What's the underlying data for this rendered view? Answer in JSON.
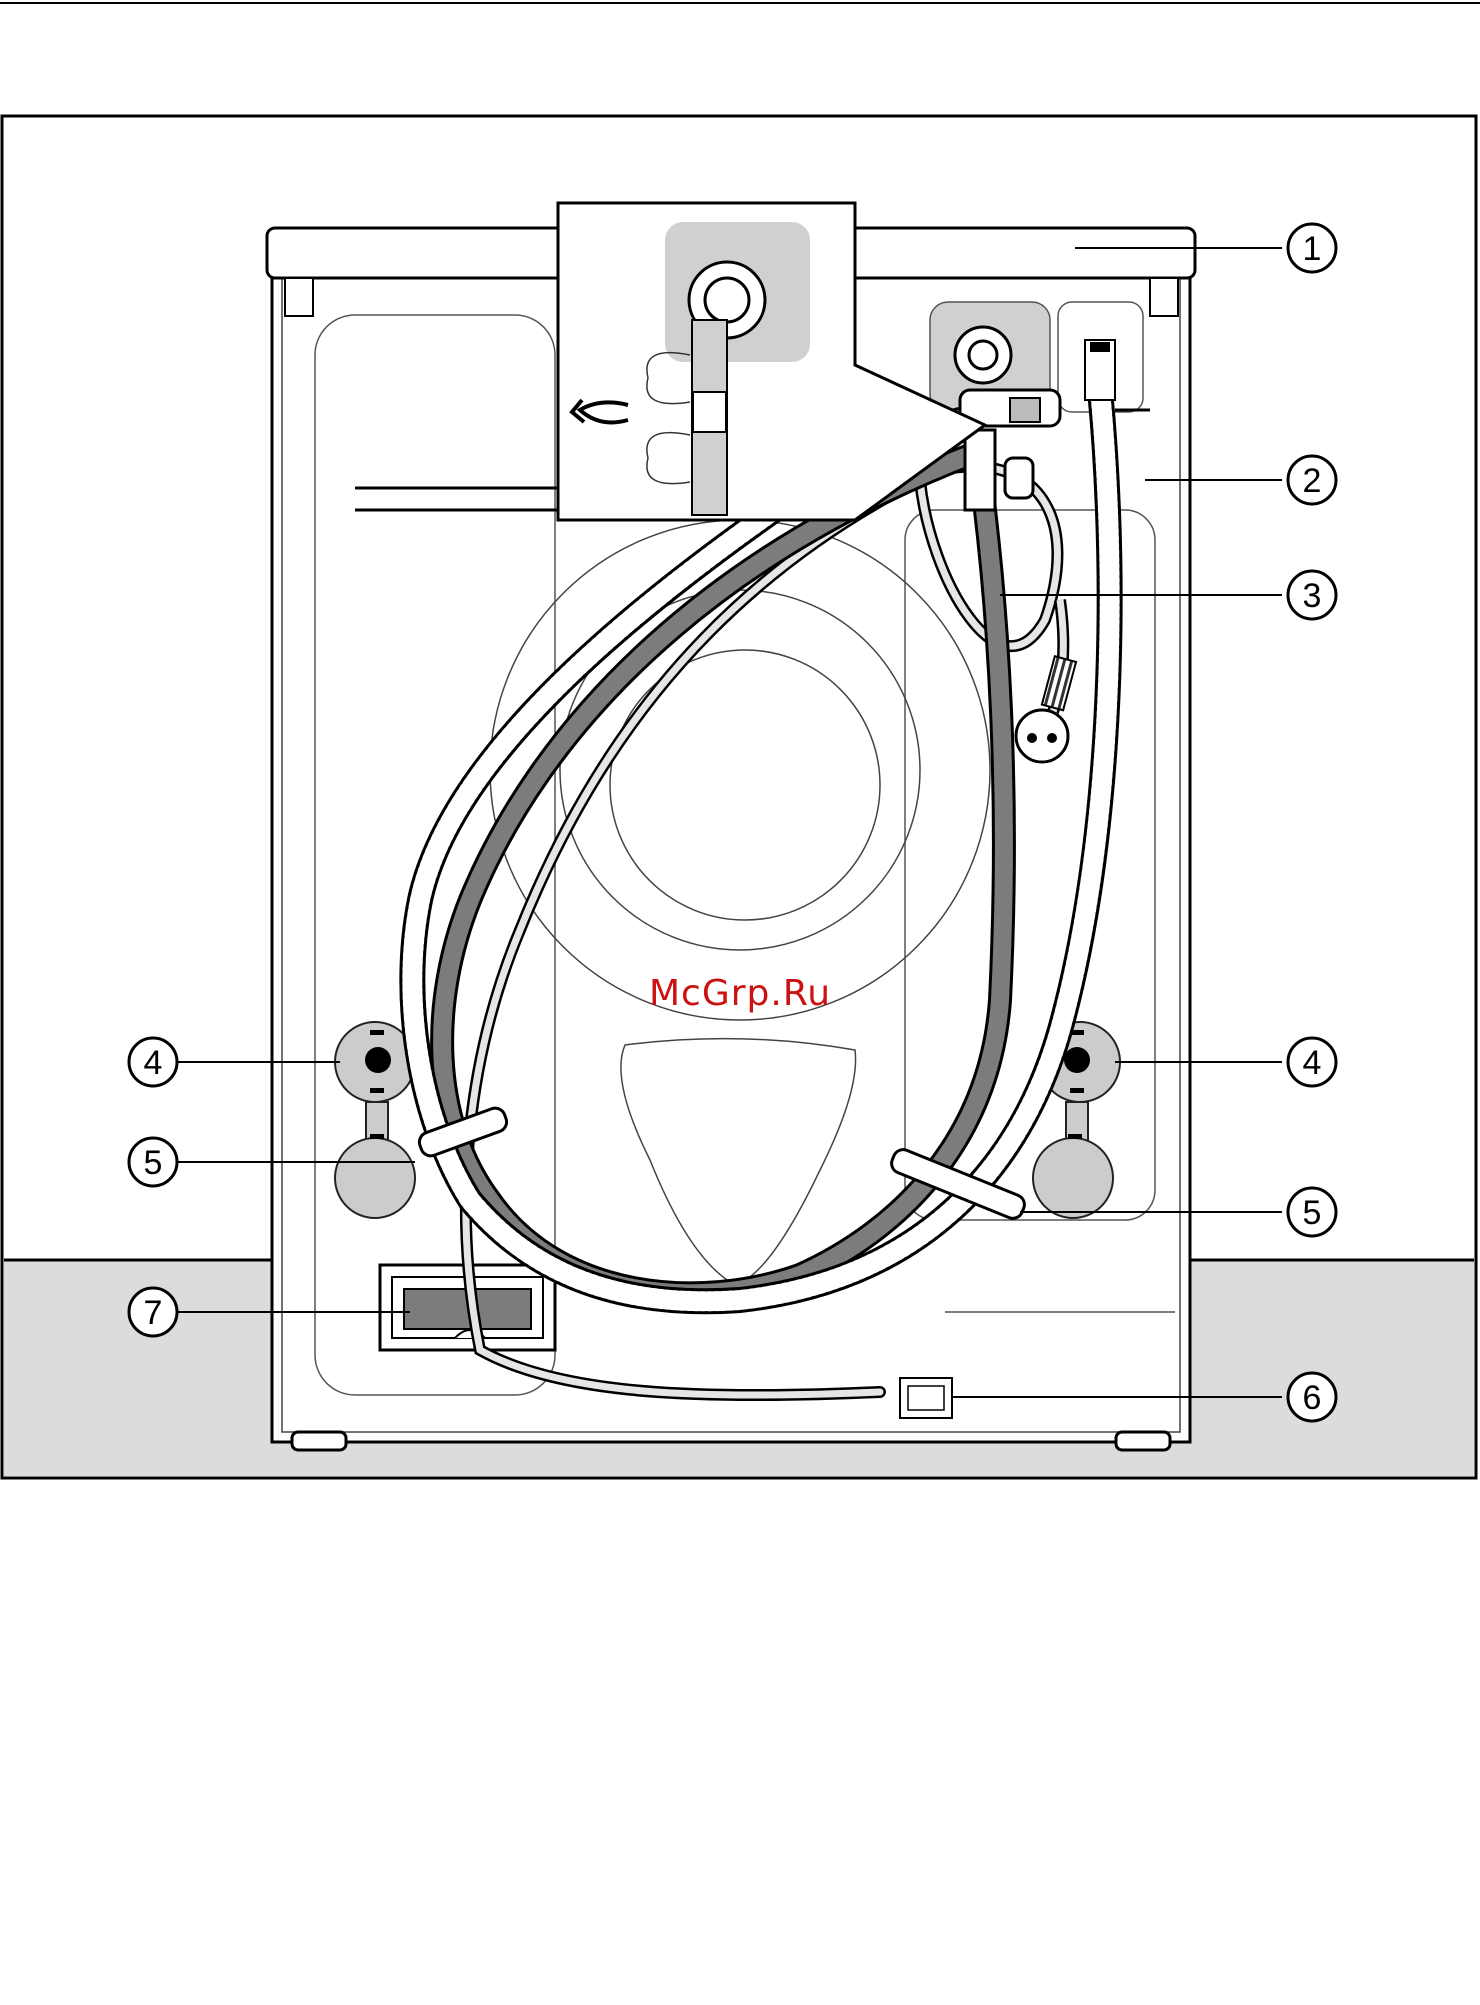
{
  "watermark": "McGrp.Ru",
  "callouts": [
    {
      "id": "c1",
      "label": "1"
    },
    {
      "id": "c2",
      "label": "2"
    },
    {
      "id": "c3",
      "label": "3"
    },
    {
      "id": "c4a",
      "label": "4"
    },
    {
      "id": "c4b",
      "label": "4"
    },
    {
      "id": "c5a",
      "label": "5"
    },
    {
      "id": "c5b",
      "label": "5"
    },
    {
      "id": "c6",
      "label": "6"
    },
    {
      "id": "c7",
      "label": "7"
    }
  ],
  "colors": {
    "line": "#1a1a1a",
    "hose_grey": "#7c7c7c",
    "light_grey": "#d8d8d8",
    "mid_grey": "#b5b5b5",
    "watermark": "#cc1111"
  }
}
